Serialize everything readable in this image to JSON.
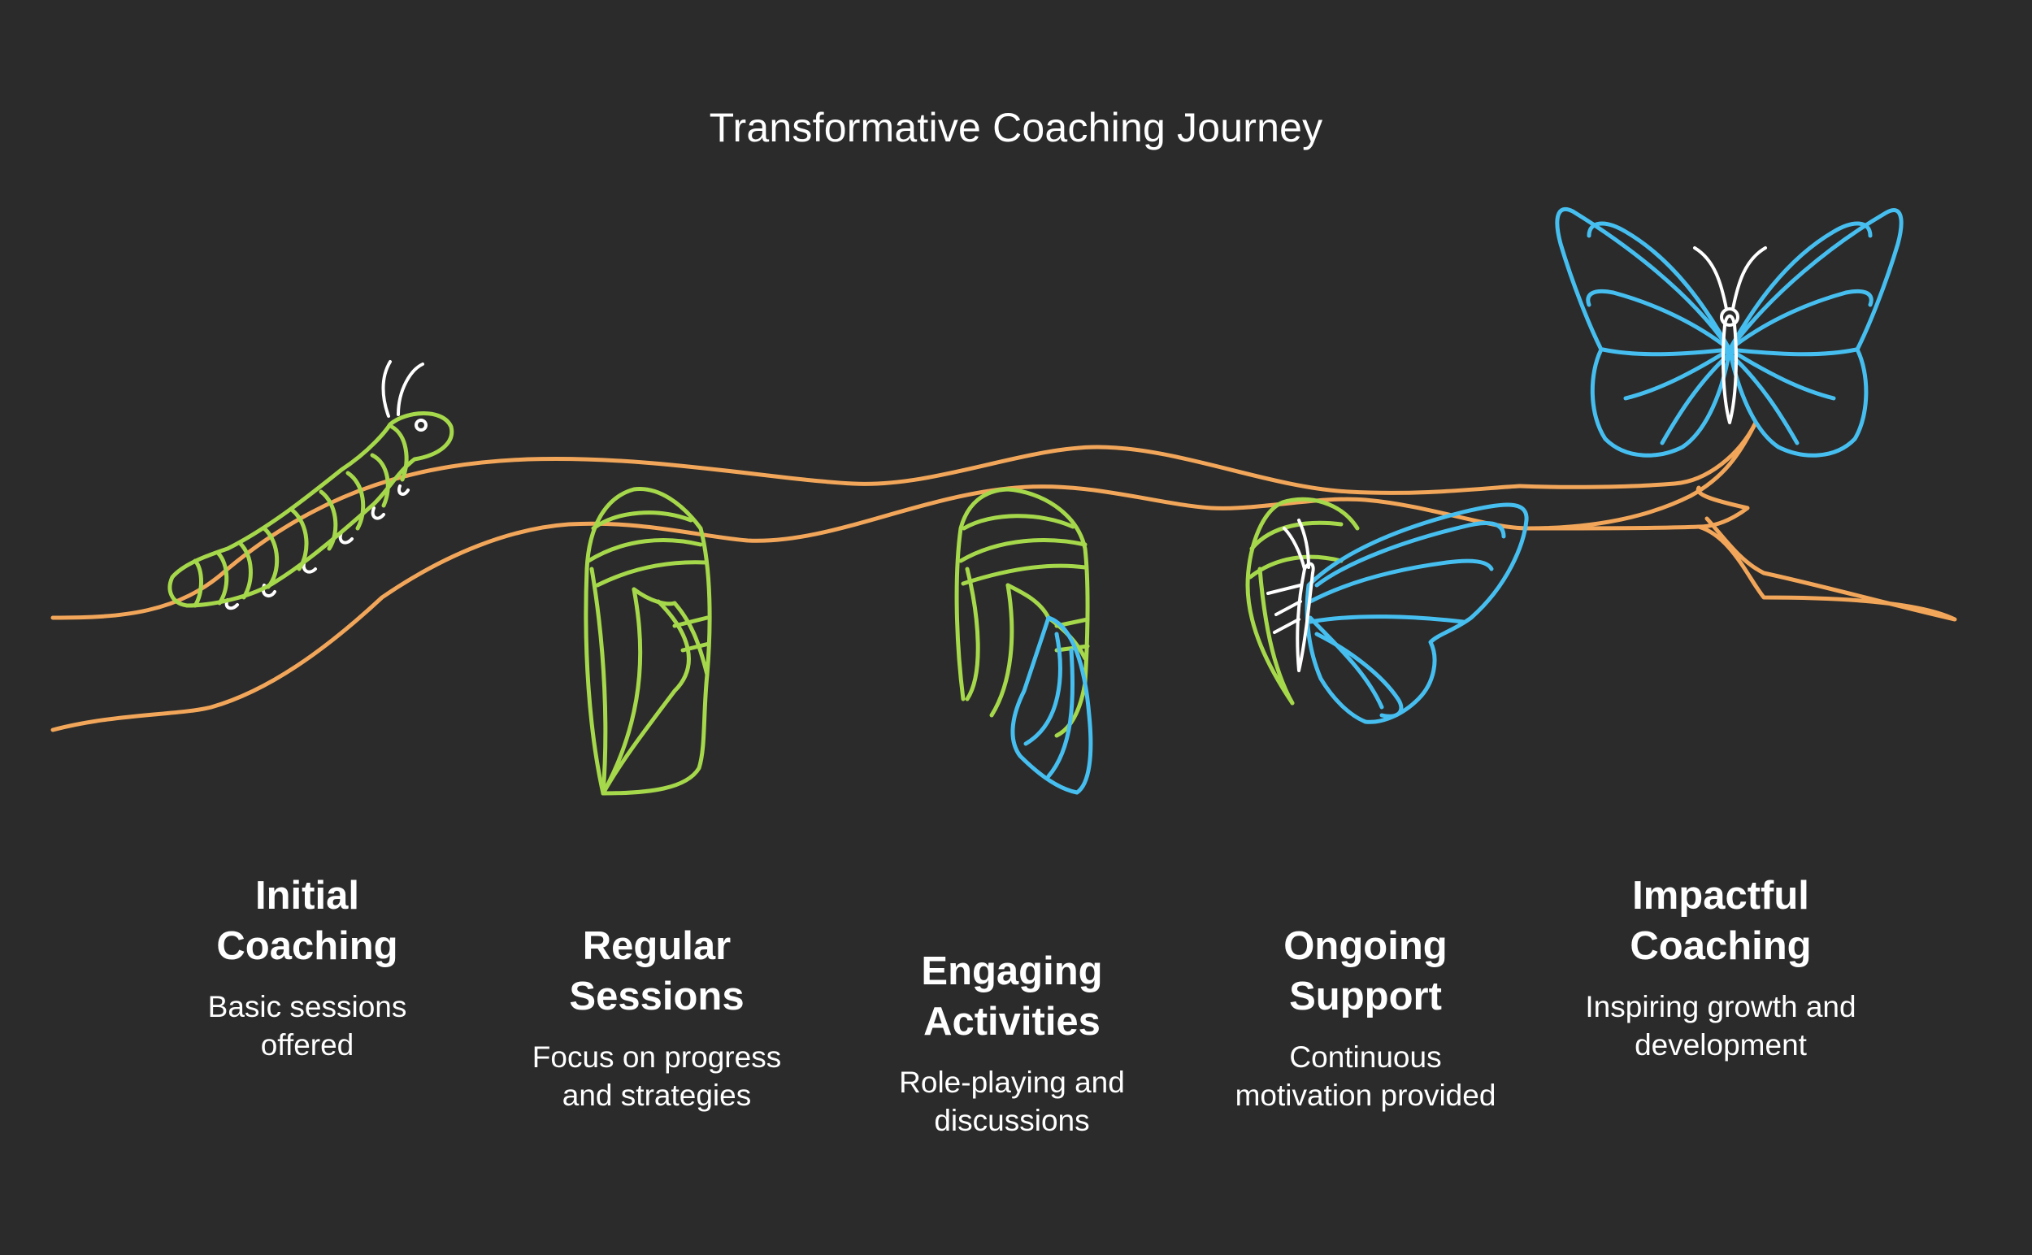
{
  "title": "Transformative Coaching Journey",
  "colors": {
    "background": "#2b2b2b",
    "branch": "#f2a65a",
    "larva_green": "#a6d84b",
    "butterfly_blue": "#46bff0",
    "detail_white": "#ffffff"
  },
  "stages": [
    {
      "title_line1": "Initial",
      "title_line2": "Coaching",
      "desc_line1": "Basic sessions",
      "desc_line2": "offered",
      "icon": "caterpillar-icon"
    },
    {
      "title_line1": "Regular",
      "title_line2": "Sessions",
      "desc_line1": "Focus on progress",
      "desc_line2": "and strategies",
      "icon": "chrysalis-icon"
    },
    {
      "title_line1": "Engaging",
      "title_line2": "Activities",
      "desc_line1": "Role-playing and",
      "desc_line2": "discussions",
      "icon": "chrysalis-wing-icon"
    },
    {
      "title_line1": "Ongoing",
      "title_line2": "Support",
      "desc_line1": "Continuous",
      "desc_line2": "motivation provided",
      "icon": "emerging-butterfly-icon"
    },
    {
      "title_line1": "Impactful",
      "title_line2": "Coaching",
      "desc_line1": "Inspiring growth and",
      "desc_line2": "development",
      "icon": "butterfly-icon"
    }
  ]
}
